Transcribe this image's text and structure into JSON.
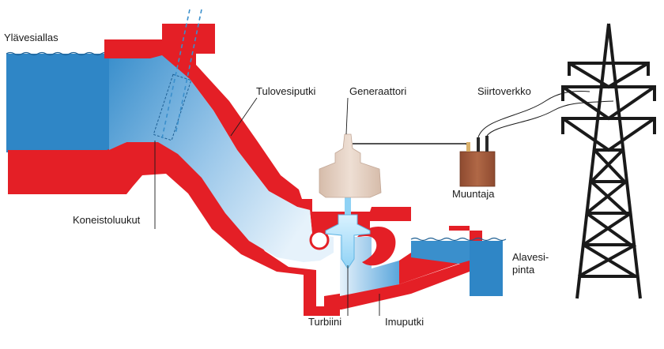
{
  "labels": {
    "upper_reservoir": "Ylävesiallas",
    "penstock": "Tulovesiputki",
    "generator": "Generaattori",
    "grid": "Siirtoverkko",
    "gate": "Koneistoluukut",
    "transformer": "Muuntaja",
    "tailwater_line1": "Alavesi-",
    "tailwater_line2": "pinta",
    "turbine": "Turbiini",
    "draft_tube": "Imuputki"
  },
  "colors": {
    "concrete": "#e41f26",
    "water_dark": "#2f86c6",
    "water_light": "#dfeef9",
    "generator": "#e3cdbf",
    "transformer": "#a55a3c",
    "turbine": "#b9e4fa",
    "tower": "#1a1a1a"
  }
}
